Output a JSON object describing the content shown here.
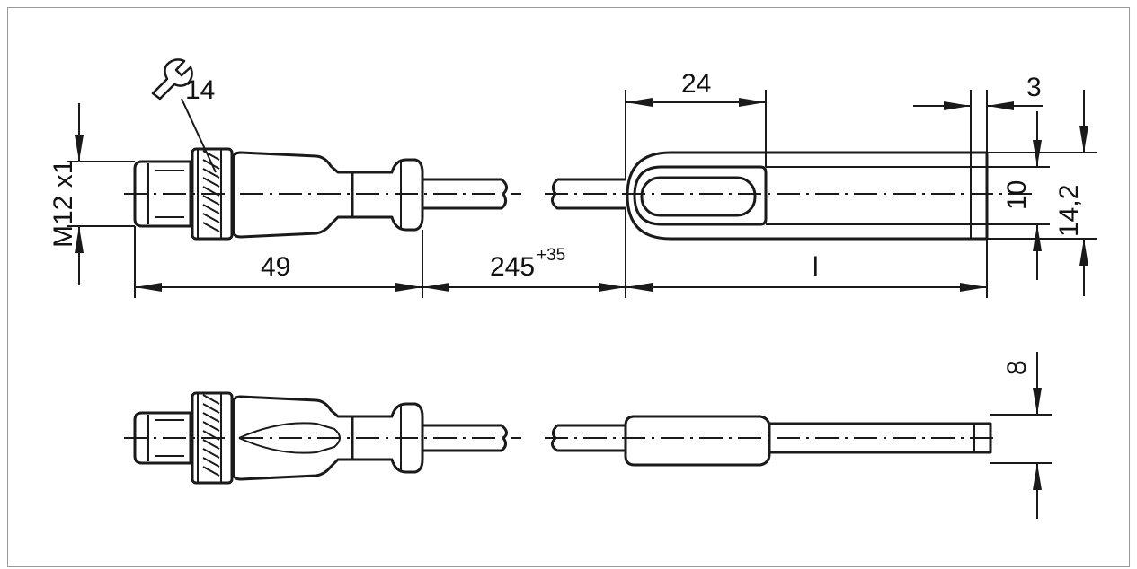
{
  "drawing": {
    "wrench_size": "14",
    "thread": "M12 x1",
    "connector_length": "49",
    "cable_length": "245",
    "cable_tolerance": "+35",
    "slot_length": "24",
    "tip_offset": "3",
    "probe_length": "l",
    "slot_width": "10",
    "probe_width": "14,2",
    "probe_thickness": "8"
  },
  "colors": {
    "line": "#1a1a1a",
    "frame": "#9a9a9a"
  },
  "icons": [
    "wrench-icon"
  ]
}
